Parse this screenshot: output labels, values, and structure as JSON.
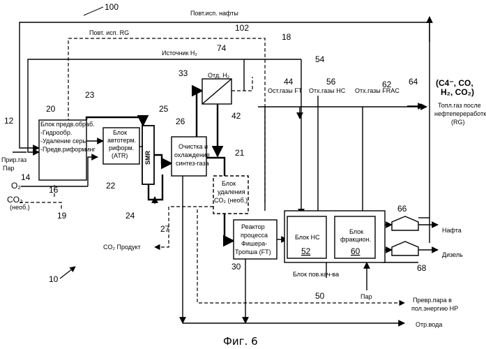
{
  "figure_caption": "Фиг. 6",
  "ref_numbers": {
    "n100": "100",
    "n102": "102",
    "n18": "18",
    "n74": "74",
    "n54": "54",
    "n33": "33",
    "n44": "44",
    "n56": "56",
    "n62": "62",
    "n64": "64",
    "n23": "23",
    "n25": "25",
    "n20": "20",
    "n26": "26",
    "n12": "12",
    "n42": "42",
    "n21": "21",
    "n14": "14",
    "n16": "16",
    "n22": "22",
    "n24": "24",
    "n19": "19",
    "n27": "27",
    "n66": "66",
    "n30": "30",
    "n10": "10",
    "n68": "68",
    "n50": "50",
    "n52": "52",
    "n60": "60"
  },
  "streams": {
    "naphtha_recycle": "Повт.исп. нафты",
    "rg_recycle": "Повт. исп. RG",
    "h2_source": "Источник H₂",
    "h2_separation": "Отд. H₂",
    "ft_offgas": "Ост.газы FT",
    "hc_offgas": "Отх.газы HC",
    "frac_offgas": "Отх.газы FRAC",
    "fuel_gas_line1": "Топл.газ после",
    "fuel_gas_line2": "нефтепереработки",
    "fuel_gas_line3": "(RG)",
    "composition_line1": "(C4⁻, CO,",
    "composition_line2": "H₂, CO₂)",
    "natural_gas": "Прир.газ",
    "steam": "Пар",
    "oxygen": "O₂",
    "co2_opt": "CO₂",
    "co2_opt_note": "(необ.)",
    "co2_product": "CO₂ Продукт",
    "naphtha": "Нафта",
    "diesel": "Дизель",
    "steam_power_line1": "Превр.пара в",
    "steam_power_line2": "пол.энергию HP",
    "waste_water": "Отр.вода",
    "steam_in": "Пар",
    "upgrading_unit": "Блок пов.кач-ва"
  },
  "blocks": {
    "pretreatment": [
      "Блок предв.обраб.",
      "-Гидрообр.",
      "-Удаление серы",
      "-Предв.риформинг"
    ],
    "atr": [
      "Блок",
      "автотерм.",
      "риформ.",
      "(ATR)"
    ],
    "smr": "SMR",
    "cleaning": [
      "Очистка и",
      "охлаждение",
      "синтез-газа"
    ],
    "co2_removal": [
      "Блок",
      "удаления",
      "CO₂ (необ.)"
    ],
    "ft_reactor": [
      "Реактор",
      "процесса",
      "Фишера-",
      "Тропша (FT)"
    ],
    "hc_unit": "Блок HC",
    "fractionation": [
      "Блок",
      "фракцион."
    ]
  }
}
